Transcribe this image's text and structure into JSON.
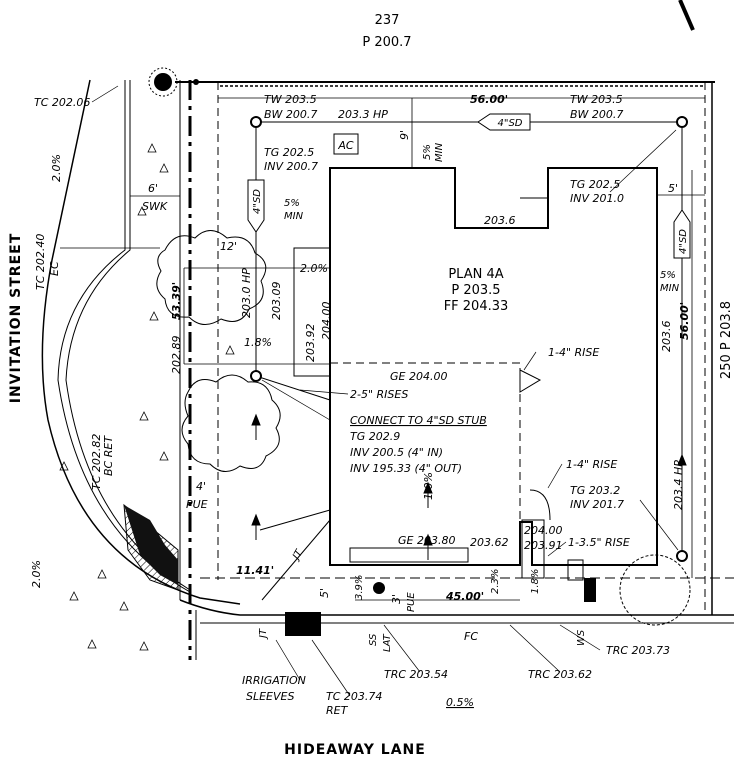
{
  "lot": {
    "number": "237",
    "pad": "P 200.7",
    "side_lot": "250 P 203.8"
  },
  "streets": {
    "west": "INVITATION STREET",
    "south": "HIDEAWAY LANE"
  },
  "house": {
    "plan": "PLAN 4A",
    "pad": "P 203.5",
    "finish_floor": "FF 204.33"
  },
  "dims": {
    "rear_width": "56.00'",
    "front_width": "45.00'",
    "depth_east": "56.00'",
    "depth_west": "53.39'",
    "side_east": "5'",
    "rear_setback": "9'",
    "sidewalk": "6'",
    "sidewalk_label": "SWK",
    "setback_12": "12'",
    "pue_4": "4'",
    "pue": "PUE",
    "front_5": "5'",
    "front_3": "3'",
    "curve": "11.41'"
  },
  "elevations": {
    "tc_20206": "TC 202.06",
    "tc_20240": "TC 202.40",
    "ec": "EC",
    "tc_20282": "TC 202.82",
    "bc_ret": "BC RET",
    "tw_203_5_a": "TW 203.5",
    "bw_200_7_a": "BW 200.7",
    "hp_203_3": "203.3 HP",
    "tw_203_5_b": "TW 203.5",
    "bw_200_7_b": "BW 200.7",
    "tg_202_5_a": "TG 202.5",
    "inv_200_7": "INV 200.7",
    "tg_202_5_b": "TG 202.5",
    "inv_201_0": "INV 201.0",
    "el_203_6_top": "203.6",
    "el_203_6_side": "203.6",
    "hp_203_0": "203.0 HP",
    "el_203_09": "203.09",
    "el_203_92": "203.92",
    "el_204_00": "204.00",
    "el_202_89": "202.89",
    "ge_204": "GE 204.00",
    "ge_203_80": "GE 203.80",
    "el_203_62": "203.62",
    "el_204_00b": "204.00",
    "el_203_91": "203.91",
    "hp_203_4": "203.4 HP",
    "tg_203_2": "TG 203.2",
    "inv_201_7": "INV 201.7",
    "trc_203_54": "TRC 203.54",
    "trc_203_62": "TRC 203.62",
    "trc_203_73": "TRC 203.73",
    "tc_203_74": "TC 203.74",
    "ret": "RET"
  },
  "slopes": {
    "s_2_0_a": "2.0%",
    "s_2_0_b": "2.0%",
    "s_2_0_c": "2.0%",
    "s_5_a": "5%",
    "min_a": "MIN",
    "s_5_b": "5%",
    "min_b": "MIN",
    "s_5_c": "5%",
    "min_c": "MIN",
    "s_1_8_a": "1.8%",
    "s_1_8_b": "1.8%",
    "s_1_0": "1.0%",
    "s_3_9": "3.9%",
    "s_2_3": "2.3%",
    "s_0_5": "0.5%"
  },
  "pipes": {
    "sd_top": "4\"SD",
    "sd_left": "4\"SD",
    "sd_right": "4\"SD"
  },
  "notes": {
    "ac": "AC",
    "rise_1_4a": "1-4\" RISE",
    "rise_2_5": "2-5\" RISES",
    "rise_1_4b": "1-4\" RISE",
    "rise_1_35": "1-3.5\" RISE",
    "connect": "CONNECT TO 4\"SD STUB",
    "tg_202_9": "TG 202.9",
    "inv_in": "INV 200.5 (4\" IN)",
    "inv_out": "INV 195.33 (4\" OUT)",
    "jt": "JT",
    "jt2": "JT",
    "ss": "SS",
    "lat": "LAT",
    "pue_v": "PUE",
    "fc": "FC",
    "ws": "WS",
    "irrigation": "IRRIGATION",
    "sleeves": "SLEEVES"
  }
}
